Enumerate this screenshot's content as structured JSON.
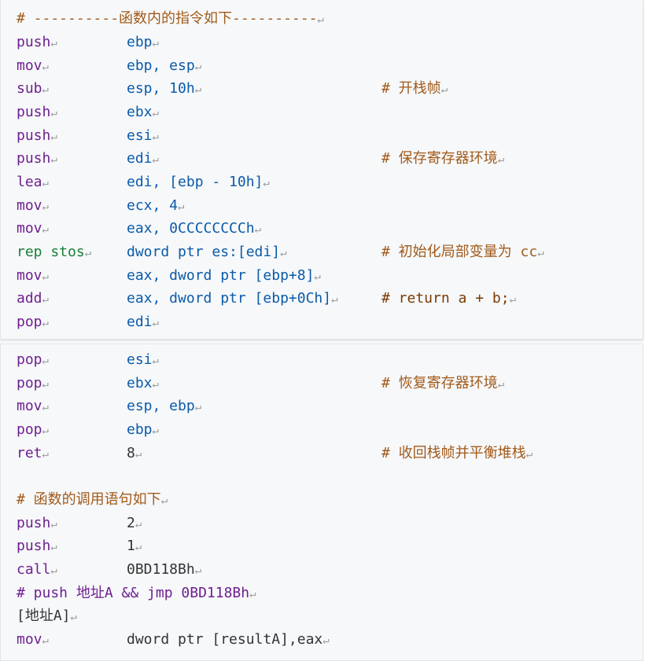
{
  "top_lines": [
    {
      "full": "# ----------函数内的指令如下----------"
    },
    {
      "op": "push",
      "args": "ebp"
    },
    {
      "op": "mov",
      "args": "ebp, esp"
    },
    {
      "op": "sub",
      "args": "esp, 10h",
      "comment": "# 开栈帧"
    },
    {
      "op": "push",
      "args": "ebx"
    },
    {
      "op": "push",
      "args": "esi"
    },
    {
      "op": "push",
      "args": "edi",
      "comment": "# 保存寄存器环境"
    },
    {
      "op": "lea",
      "args": "edi, [ebp - 10h]"
    },
    {
      "op": "mov",
      "args": "ecx, 4"
    },
    {
      "op": "mov",
      "args": "eax, 0CCCCCCCCh"
    },
    {
      "op": "rep stos",
      "args": "dword ptr es:[edi]",
      "comment": "# 初始化局部变量为 cc"
    },
    {
      "op": "mov",
      "args": "eax, dword ptr [ebp+8]"
    },
    {
      "op": "add",
      "args": "eax, dword ptr [ebp+0Ch]",
      "comment": "# return a + b;"
    },
    {
      "op": "pop",
      "args": "edi"
    }
  ],
  "bottom_lines": [
    {
      "op": "pop",
      "args": "esi"
    },
    {
      "op": "pop",
      "args": "ebx",
      "comment": "# 恢复寄存器环境"
    },
    {
      "op": "mov",
      "args": "esp, ebp"
    },
    {
      "op": "pop",
      "args": "ebp"
    },
    {
      "op": "ret",
      "args": "8",
      "comment": "# 收回栈帧并平衡堆栈"
    },
    {
      "full": ""
    },
    {
      "full": "# 函数的调用语句如下"
    },
    {
      "op": "push",
      "args": "2"
    },
    {
      "op": "push",
      "args": "1"
    },
    {
      "op": "call",
      "args": "0BD118Bh"
    },
    {
      "full": "# push 地址A && jmp 0BD118Bh"
    },
    {
      "full": "[地址A]"
    },
    {
      "op": "mov",
      "args": "dword ptr [resultA],eax"
    }
  ],
  "return_mark": "↵",
  "colors": {
    "keyword": "#6f1f8f",
    "register": "#0b5aa8",
    "comment": "#a25a1a",
    "segment": "#1a7f37"
  }
}
